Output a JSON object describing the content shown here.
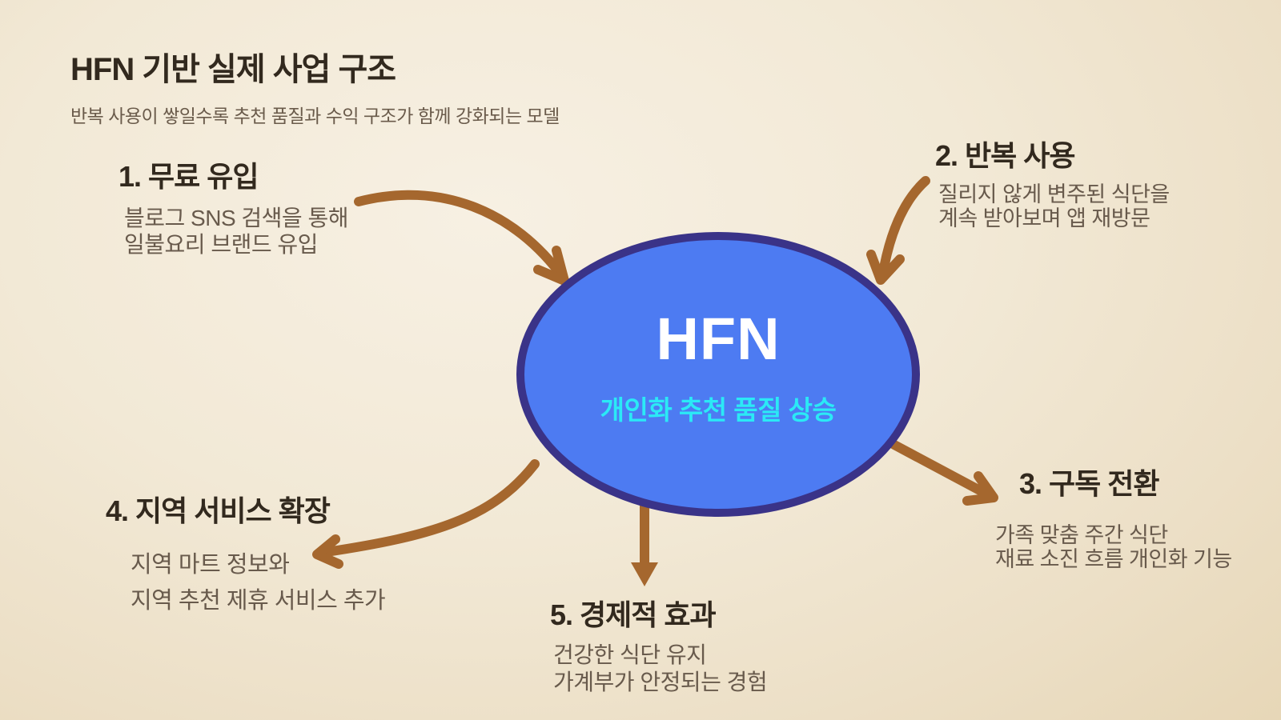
{
  "header": {
    "title": "HFN 기반 실제 사업 구조",
    "subtitle": "반복 사용이 쌓일수록 추천 품질과 수익 구조가 함께 강화되는 모델"
  },
  "center": {
    "title": "HFN",
    "subtitle": "개인화 추천 품질 상승"
  },
  "nodes": [
    {
      "title": "1. 무료 유입",
      "lines": [
        "블로그 SNS 검색을 통해",
        "일불요리 브랜드 유입"
      ]
    },
    {
      "title": "2. 반복 사용",
      "lines": [
        "질리지 않게 변주된 식단을",
        "계속 받아보며 앱 재방문"
      ]
    },
    {
      "title": "3. 구독 전환",
      "lines": [
        "가족 맞춤 주간 식단",
        "재료 소진 흐름 개인화 기능"
      ]
    },
    {
      "title": "4. 지역 서비스 확장",
      "lines": [
        "지역 마트 정보와",
        "지역 추천 제휴 서비스 추가"
      ]
    },
    {
      "title": "5. 경제적 효과",
      "lines": [
        "건강한 식단 유지",
        "가계부가 안정되는 경험"
      ]
    }
  ],
  "colors": {
    "background_center": "#f7f0e3",
    "background_edge": "#e5d4b2",
    "arrow": "#a5672e",
    "ellipse_fill": "#4d7bf2",
    "ellipse_border": "#3a3388",
    "center_title": "#ffffff",
    "center_subtitle": "#2be9f6",
    "heading_text": "#32291e",
    "body_text": "#685a4c"
  }
}
